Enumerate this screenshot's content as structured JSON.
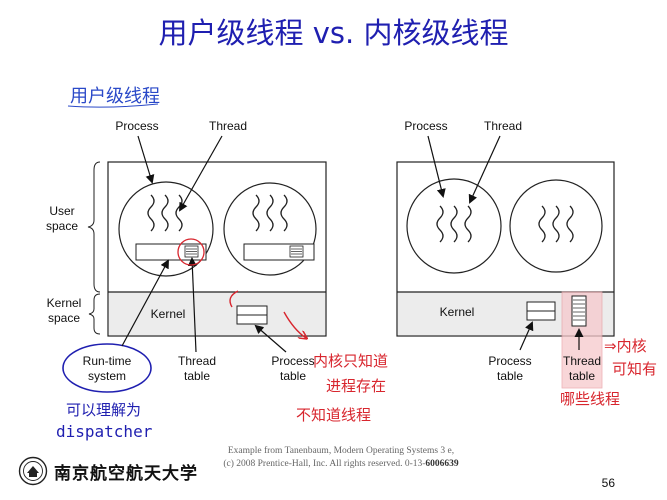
{
  "slide": {
    "title": "用户级线程 vs. 内核级线程",
    "page_number": "56"
  },
  "left_diagram": {
    "labels": {
      "process": "Process",
      "thread": "Thread",
      "user_space_1": "User",
      "user_space_2": "space",
      "kernel_space_1": "Kernel",
      "kernel_space_2": "space",
      "kernel": "Kernel",
      "runtime_1": "Run-time",
      "runtime_2": "system",
      "thread_table_1": "Thread",
      "thread_table_2": "table",
      "process_table_1": "Process",
      "process_table_2": "table"
    }
  },
  "right_diagram": {
    "labels": {
      "process": "Process",
      "thread": "Thread",
      "kernel": "Kernel",
      "process_table_1": "Process",
      "process_table_2": "table",
      "thread_table_1": "Thread",
      "thread_table_2": "table"
    }
  },
  "annotations": {
    "top_left_blue": "用户级线程",
    "dispatcher_1": "可以理解为",
    "dispatcher_2": "dispatcher",
    "middle_red_1": "内核只知道",
    "middle_red_2": "进程存在",
    "middle_red_3": "不知道线程",
    "right_red_1": "⇒内核",
    "right_red_2": "可知有",
    "right_red_3": "哪些线程"
  },
  "footer": {
    "credit_1": "Example from Tanenbaum, Modern Operating Systems 3 e,",
    "credit_2": "(c) 2008 Prentice-Hall, Inc. All rights reserved. 0-13-",
    "credit_isbn": "6006639",
    "university": "南京航空航天大学"
  },
  "colors": {
    "title": "#1f1fb0",
    "annotation_red": "#d8262e",
    "annotation_blue": "#2a49c8",
    "highlight_pink": "#f6c9cc"
  },
  "icons": {
    "seal": "university-seal-icon"
  }
}
